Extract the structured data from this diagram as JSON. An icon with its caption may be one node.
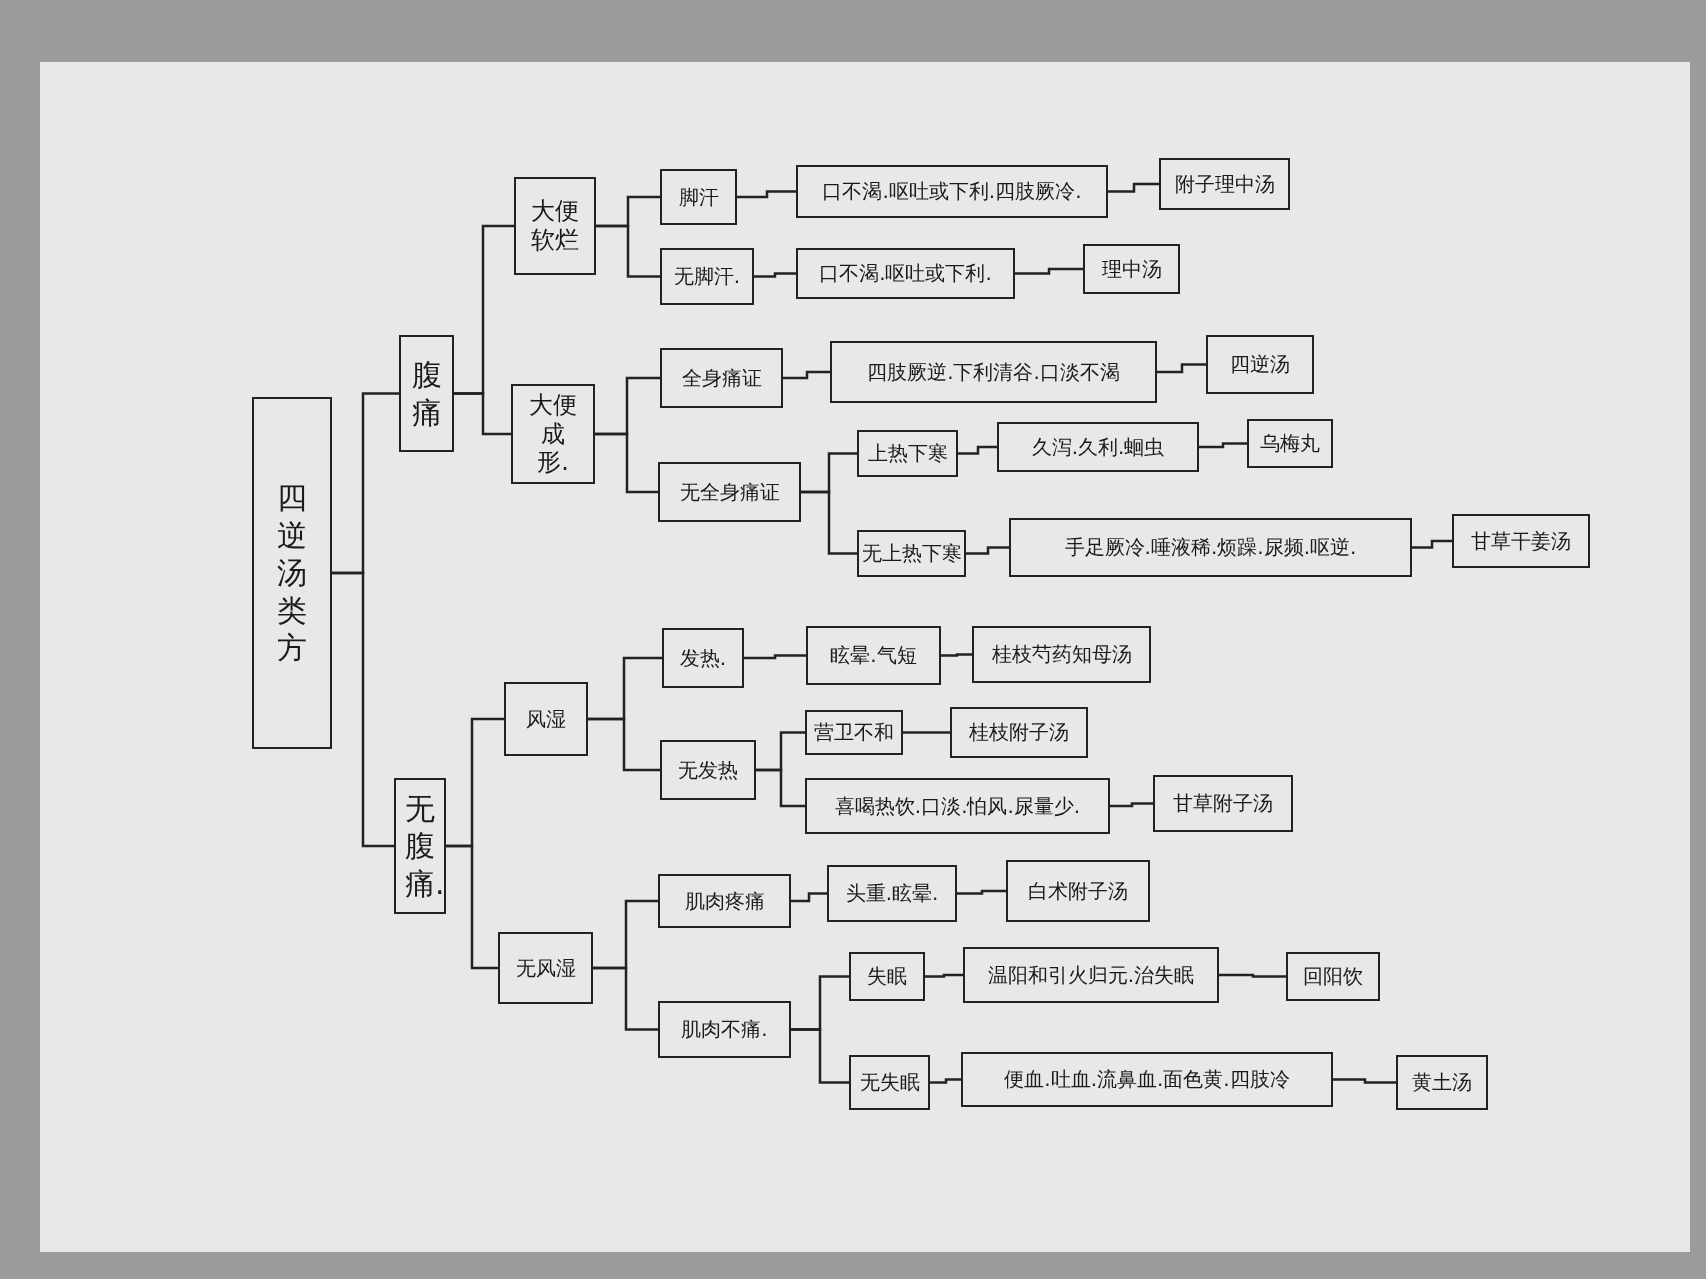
{
  "diagram": {
    "nodes": [
      {
        "text": [
          "四逆汤类方"
        ]
      },
      {
        "text": [
          "腹痛"
        ]
      },
      {
        "text": [
          "大便软烂"
        ]
      },
      {
        "text": [
          "脚汗"
        ]
      },
      {
        "text": [
          "口不渴.呕吐或下利.四肢厥冷."
        ]
      },
      {
        "text": [
          "附子理中汤"
        ]
      },
      {
        "text": [
          "无脚汗."
        ]
      },
      {
        "text": [
          "口不渴.呕吐或下利."
        ]
      },
      {
        "text": [
          "理中汤"
        ]
      },
      {
        "text": [
          "大便成形."
        ]
      },
      {
        "text": [
          "全身痛证"
        ]
      },
      {
        "text": [
          "四肢厥逆.下利清谷.口淡不渴"
        ]
      },
      {
        "text": [
          "四逆汤"
        ]
      },
      {
        "text": [
          "无全身痛证"
        ]
      },
      {
        "text": [
          "上热下寒"
        ]
      },
      {
        "text": [
          "久泻.久利.蛔虫"
        ]
      },
      {
        "text": [
          "乌梅丸"
        ]
      },
      {
        "text": [
          "无上热下寒"
        ]
      },
      {
        "text": [
          "手足厥冷.唾液稀.烦躁.尿频.呕逆."
        ]
      },
      {
        "text": [
          "甘草干姜汤"
        ]
      },
      {
        "text": [
          "无腹痛."
        ]
      },
      {
        "text": [
          "风湿"
        ]
      },
      {
        "text": [
          "发热."
        ]
      },
      {
        "text": [
          "眩晕.气短"
        ]
      },
      {
        "text": [
          "桂枝芍药知母汤"
        ]
      },
      {
        "text": [
          "无发热"
        ]
      },
      {
        "text": [
          "营卫不和"
        ]
      },
      {
        "text": [
          "桂枝附子汤"
        ]
      },
      {
        "text": [
          "喜喝热饮.口淡.怕风.尿量少."
        ]
      },
      {
        "text": [
          "甘草附子汤"
        ]
      },
      {
        "text": [
          "无风湿"
        ]
      },
      {
        "text": [
          "肌肉疼痛"
        ]
      },
      {
        "text": [
          "头重.眩晕."
        ]
      },
      {
        "text": [
          "白术附子汤"
        ]
      },
      {
        "text": [
          "肌肉不痛."
        ]
      },
      {
        "text": [
          "失眠"
        ]
      },
      {
        "text": [
          "温阳和引火归元.治失眠"
        ]
      },
      {
        "text": [
          "回阳饮"
        ]
      },
      {
        "text": [
          "无失眠"
        ]
      },
      {
        "text": [
          "便血.吐血.流鼻血.面色黄.四肢冷"
        ]
      },
      {
        "text": [
          "黄土汤"
        ]
      }
    ],
    "edges": [
      {
        "from": 0,
        "to": 1,
        "arrow": "none"
      },
      {
        "from": 0,
        "to": 20,
        "arrow": "none"
      },
      {
        "from": 1,
        "to": 2,
        "arrow": "none"
      },
      {
        "from": 1,
        "to": 9,
        "arrow": "none"
      },
      {
        "from": 2,
        "to": 3,
        "arrow": "none"
      },
      {
        "from": 2,
        "to": 6,
        "arrow": "none"
      },
      {
        "from": 3,
        "to": 4,
        "arrow": "none"
      },
      {
        "from": 4,
        "to": 5,
        "arrow": "none"
      },
      {
        "from": 6,
        "to": 7,
        "arrow": "none"
      },
      {
        "from": 7,
        "to": 8,
        "arrow": "none"
      },
      {
        "from": 9,
        "to": 10,
        "arrow": "none"
      },
      {
        "from": 9,
        "to": 13,
        "arrow": "none"
      },
      {
        "from": 10,
        "to": 11,
        "arrow": "none"
      },
      {
        "from": 11,
        "to": 12,
        "arrow": "none"
      },
      {
        "from": 13,
        "to": 14,
        "arrow": "none"
      },
      {
        "from": 13,
        "to": 17,
        "arrow": "none"
      },
      {
        "from": 14,
        "to": 15,
        "arrow": "none"
      },
      {
        "from": 15,
        "to": 16,
        "arrow": "none"
      },
      {
        "from": 17,
        "to": 18,
        "arrow": "none"
      },
      {
        "from": 18,
        "to": 19,
        "arrow": "none"
      },
      {
        "from": 20,
        "to": 21,
        "arrow": "none"
      },
      {
        "from": 20,
        "to": 30,
        "arrow": "none"
      },
      {
        "from": 21,
        "to": 22,
        "arrow": "none"
      },
      {
        "from": 21,
        "to": 25,
        "arrow": "none"
      },
      {
        "from": 22,
        "to": 23,
        "arrow": "none"
      },
      {
        "from": 23,
        "to": 24,
        "arrow": "none"
      },
      {
        "from": 25,
        "to": 26,
        "arrow": "none"
      },
      {
        "from": 25,
        "to": 28,
        "arrow": "none"
      },
      {
        "from": 26,
        "to": 27,
        "arrow": "none"
      },
      {
        "from": 28,
        "to": 29,
        "arrow": "none"
      },
      {
        "from": 30,
        "to": 31,
        "arrow": "none"
      },
      {
        "from": 30,
        "to": 34,
        "arrow": "none"
      },
      {
        "from": 31,
        "to": 32,
        "arrow": "none"
      },
      {
        "from": 32,
        "to": 33,
        "arrow": "none"
      },
      {
        "from": 34,
        "to": 35,
        "arrow": "none"
      },
      {
        "from": 34,
        "to": 38,
        "arrow": "none"
      },
      {
        "from": 35,
        "to": 36,
        "arrow": "none"
      },
      {
        "from": 36,
        "to": 37,
        "arrow": "none"
      },
      {
        "from": 38,
        "to": 39,
        "arrow": "none"
      },
      {
        "from": 39,
        "to": 40,
        "arrow": "none"
      }
    ]
  }
}
